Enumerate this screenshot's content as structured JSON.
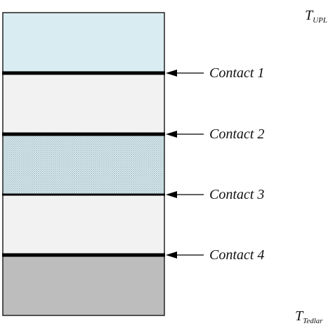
{
  "diagram": {
    "temperatures": {
      "top": {
        "symbol": "T",
        "subscript": "UPL"
      },
      "bottom": {
        "symbol": "T",
        "subscript": "Tedlar"
      }
    },
    "layers": [
      {
        "name": "layer-1",
        "fill": "#d9ecf2",
        "pattern": "solid"
      },
      {
        "name": "layer-2",
        "fill": "#f2f2f2",
        "pattern": "solid"
      },
      {
        "name": "layer-3",
        "fill": "#cfe0e6",
        "pattern": "dotted"
      },
      {
        "name": "layer-4",
        "fill": "#f2f2f2",
        "pattern": "solid"
      },
      {
        "name": "layer-5",
        "fill": "#bdbdbd",
        "pattern": "solid"
      }
    ],
    "contacts": [
      {
        "label": "Contact 1"
      },
      {
        "label": "Contact 2"
      },
      {
        "label": "Contact 3"
      },
      {
        "label": "Contact 4"
      }
    ]
  }
}
